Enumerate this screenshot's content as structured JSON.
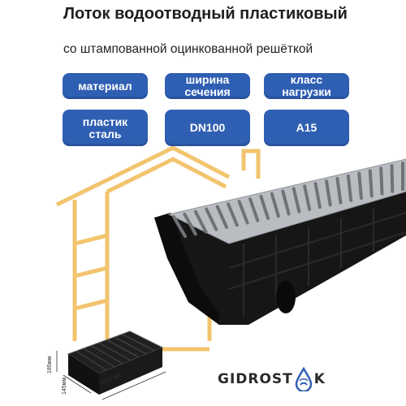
{
  "header": {
    "title": "Лоток водоотводный пластиковый",
    "subtitle": "со штампованной оцинкованной решёткой"
  },
  "specs": [
    {
      "label": "материал",
      "value": "пластик\nсталь"
    },
    {
      "label": "ширина\nсечения",
      "value": "DN100"
    },
    {
      "label": "класс\nнагрузки",
      "value": "A15"
    }
  ],
  "dimensions": {
    "length": "1000 мм",
    "height": "185мм",
    "width": "145мм"
  },
  "logo": {
    "left_text": "GIDROST",
    "right_text": "K"
  },
  "colors": {
    "badge": "#2f5fb3",
    "house_outline": "#f2c46d",
    "channel_body": "#1c1c1c",
    "grate": "#b9bcc0",
    "logo_accent": "#2f5fb3"
  },
  "icons": [
    "house-outline-icon",
    "drain-channel-image",
    "logo-drop-icon"
  ]
}
